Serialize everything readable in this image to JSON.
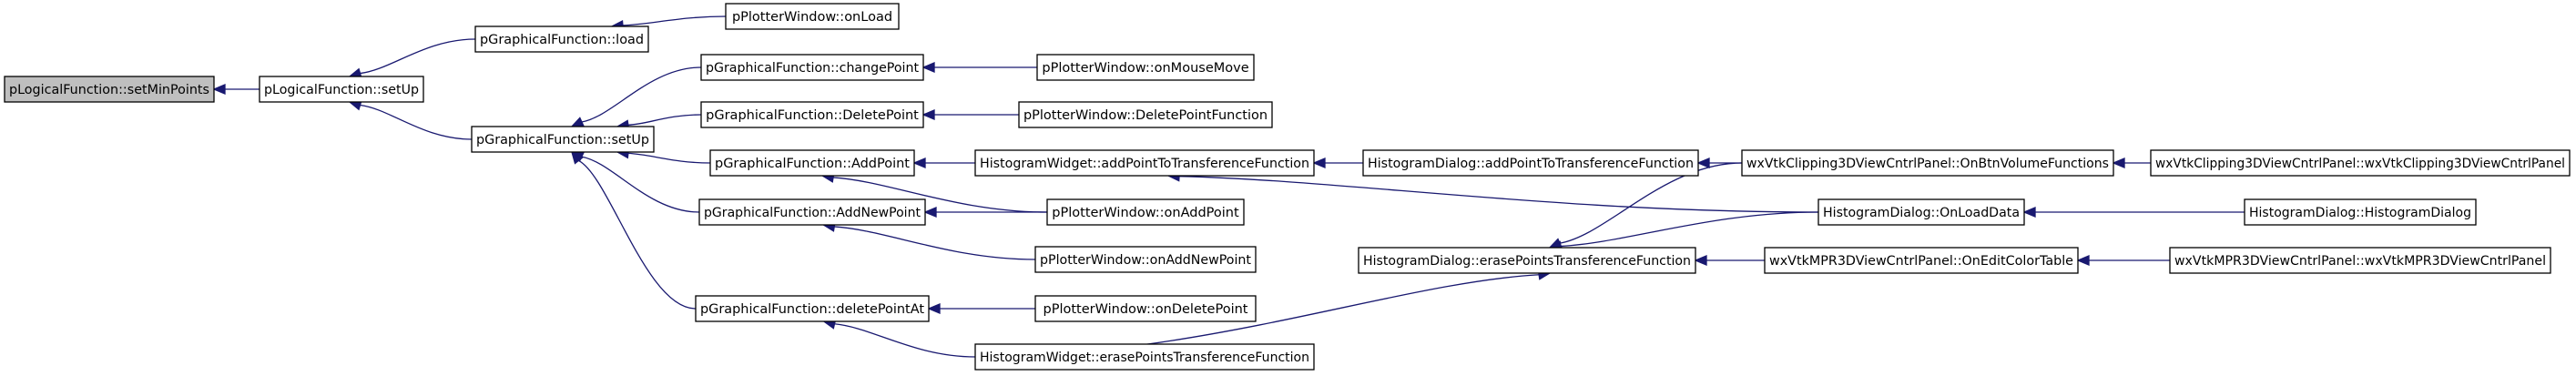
{
  "nodes": [
    {
      "id": "n0",
      "label": "pLogicalFunction::setMinPoints",
      "root": true
    },
    {
      "id": "n1",
      "label": "pLogicalFunction::setUp"
    },
    {
      "id": "n2",
      "label": "pGraphicalFunction::load"
    },
    {
      "id": "n3",
      "label": "pGraphicalFunction::setUp"
    },
    {
      "id": "n4",
      "label": "pPlotterWindow::onLoad"
    },
    {
      "id": "n5",
      "label": "pGraphicalFunction::changePoint"
    },
    {
      "id": "n6",
      "label": "pGraphicalFunction::DeletePoint"
    },
    {
      "id": "n7",
      "label": "pGraphicalFunction::AddPoint"
    },
    {
      "id": "n8",
      "label": "pGraphicalFunction::AddNewPoint"
    },
    {
      "id": "n9",
      "label": "pGraphicalFunction::deletePointAt"
    },
    {
      "id": "n10",
      "label": "pPlotterWindow::onMouseMove"
    },
    {
      "id": "n11",
      "label": "pPlotterWindow::DeletePointFunction"
    },
    {
      "id": "n12",
      "label": "HistogramWidget::addPointToTransferenceFunction"
    },
    {
      "id": "n13",
      "label": "pPlotterWindow::onAddPoint"
    },
    {
      "id": "n14",
      "label": "pPlotterWindow::onAddNewPoint"
    },
    {
      "id": "n15",
      "label": "pPlotterWindow::onDeletePoint"
    },
    {
      "id": "n16",
      "label": "HistogramWidget::erasePointsTransferenceFunction"
    },
    {
      "id": "n17",
      "label": "HistogramDialog::addPointToTransferenceFunction"
    },
    {
      "id": "n18",
      "label": "HistogramDialog::erasePointsTransferenceFunction"
    },
    {
      "id": "n19",
      "label": "wxVtkClipping3DViewCntrlPanel::OnBtnVolumeFunctions"
    },
    {
      "id": "n20",
      "label": "HistogramDialog::OnLoadData"
    },
    {
      "id": "n21",
      "label": "wxVtkMPR3DViewCntrlPanel::OnEditColorTable"
    },
    {
      "id": "n22",
      "label": "wxVtkClipping3DViewCntrlPanel::wxVtkClipping3DViewCntrlPanel"
    },
    {
      "id": "n23",
      "label": "HistogramDialog::HistogramDialog"
    },
    {
      "id": "n24",
      "label": "wxVtkMPR3DViewCntrlPanel::wxVtkMPR3DViewCntrlPanel"
    }
  ],
  "edges": [
    {
      "from": "n1",
      "to": "n0"
    },
    {
      "from": "n2",
      "to": "n1"
    },
    {
      "from": "n3",
      "to": "n1"
    },
    {
      "from": "n4",
      "to": "n2"
    },
    {
      "from": "n5",
      "to": "n3"
    },
    {
      "from": "n6",
      "to": "n3"
    },
    {
      "from": "n7",
      "to": "n3"
    },
    {
      "from": "n8",
      "to": "n3"
    },
    {
      "from": "n9",
      "to": "n3"
    },
    {
      "from": "n10",
      "to": "n5"
    },
    {
      "from": "n11",
      "to": "n6"
    },
    {
      "from": "n12",
      "to": "n7"
    },
    {
      "from": "n13",
      "to": "n7"
    },
    {
      "from": "n13",
      "to": "n8"
    },
    {
      "from": "n14",
      "to": "n8"
    },
    {
      "from": "n15",
      "to": "n9"
    },
    {
      "from": "n16",
      "to": "n9"
    },
    {
      "from": "n17",
      "to": "n12"
    },
    {
      "from": "n20",
      "to": "n12"
    },
    {
      "from": "n16",
      "to": "n18"
    },
    {
      "from": "n19",
      "to": "n17"
    },
    {
      "from": "n19",
      "to": "n18"
    },
    {
      "from": "n20",
      "to": "n18"
    },
    {
      "from": "n21",
      "to": "n18"
    },
    {
      "from": "n22",
      "to": "n19"
    },
    {
      "from": "n23",
      "to": "n20"
    },
    {
      "from": "n24",
      "to": "n21"
    }
  ]
}
